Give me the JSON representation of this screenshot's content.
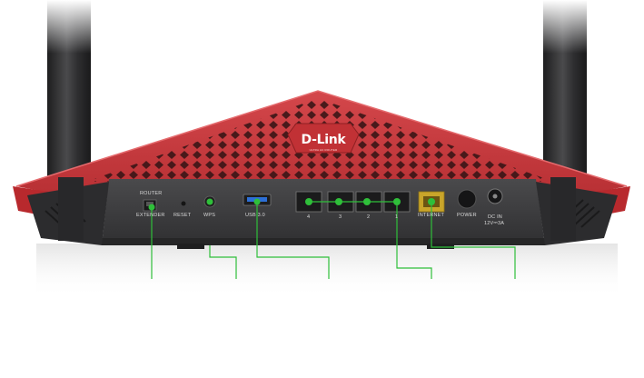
{
  "brand": {
    "name": "D-Link",
    "tagline": "ULTRA AC ROUTER"
  },
  "rear_panel": {
    "switch_top_label": "ROUTER",
    "switch_bottom_label": "EXTENDER",
    "reset_label": "RESET",
    "wps_label": "WPS",
    "usb_label": "USB 3.0",
    "lan_port_labels": [
      "4",
      "3",
      "2",
      "1"
    ],
    "internet_label": "INTERNET",
    "power_label": "POWER",
    "dc_label_line1": "DC IN",
    "dc_label_line2": "12V⎓3A"
  },
  "colors": {
    "shell_red": "#c8383c",
    "shell_dark": "#3b3b3d",
    "callout_green": "#2fbf3a",
    "internet_port": "#c9a52a"
  }
}
